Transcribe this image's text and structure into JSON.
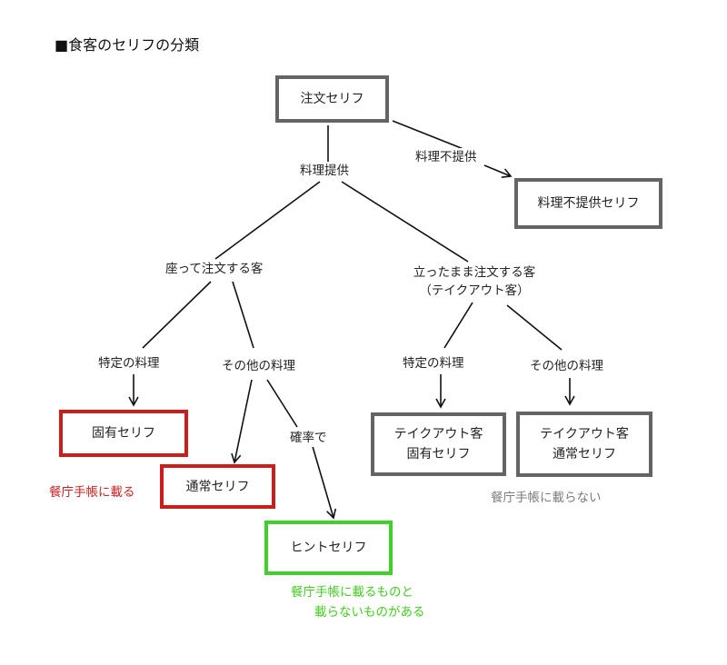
{
  "title": "■食客のセリフの分類",
  "colors": {
    "line": "#111111",
    "gray_box": "#646464",
    "red_box": "#cc1d1d",
    "green_box": "#3fd12a",
    "red_note": "#d02020",
    "gray_note": "#7c7c7c",
    "green_note": "#44cc22"
  },
  "nodes": {
    "order": "注文セリフ",
    "not_served": "料理不提供セリフ",
    "fixed": "固有セリフ",
    "normal": "通常セリフ",
    "hint": "ヒントセリフ",
    "takeout_fixed": {
      "line1": "テイクアウト客",
      "line2": "固有セリフ"
    },
    "takeout_normal": {
      "line1": "テイクアウト客",
      "line2": "通常セリフ"
    }
  },
  "labels": {
    "served": "料理提供",
    "not_served": "料理不提供",
    "seated": "座って注文する客",
    "standing": "立ったまま注文する客",
    "standing_sub": "（テイクアウト客）",
    "specific_left": "特定の料理",
    "other_left": "その他の料理",
    "specific_right": "特定の料理",
    "other_right": "その他の料理",
    "probability": "確率で"
  },
  "notes": {
    "red": "餐庁手帳に載る",
    "gray": "餐庁手帳に載らない",
    "green_line1": "餐庁手帳に載るものと",
    "green_line2": "載らないものがある"
  }
}
